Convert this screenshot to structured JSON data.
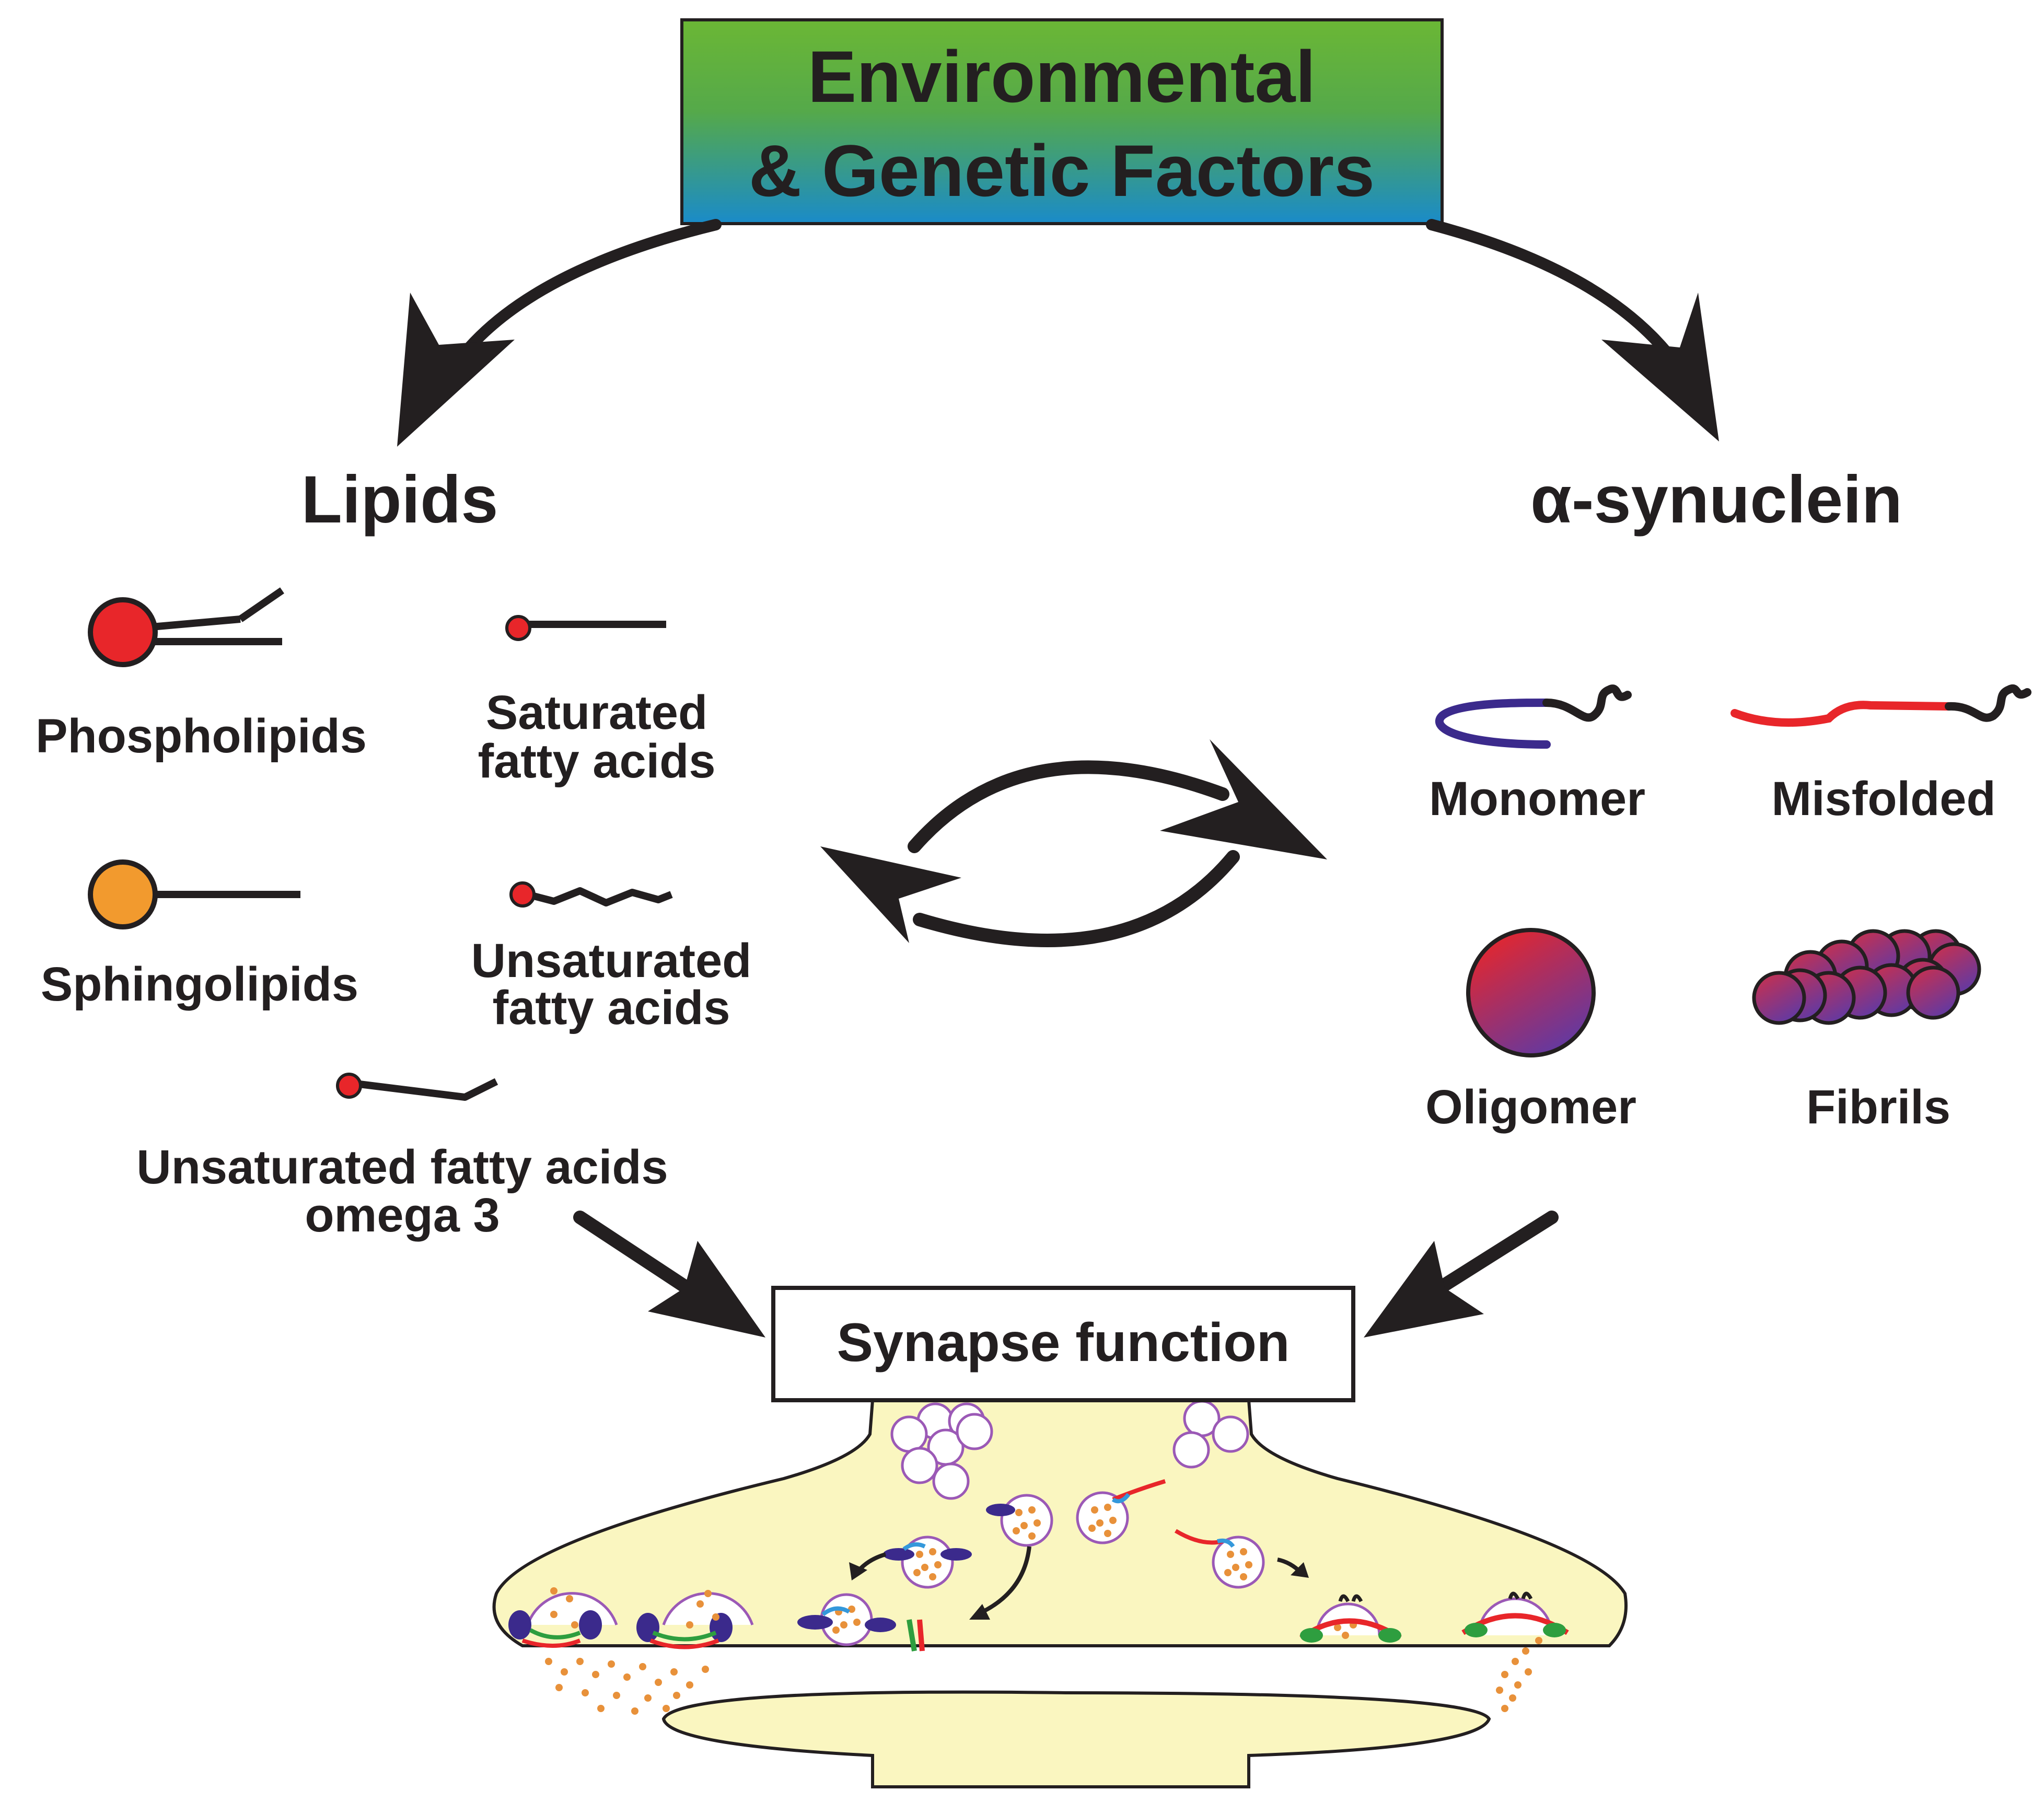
{
  "top_box": {
    "line1": "Environmental",
    "line2": "& Genetic Factors",
    "gradient_top": "#6bb735",
    "gradient_bottom": "#1a8bc9"
  },
  "lipids": {
    "heading": "Lipids",
    "phospholipids": "Phospholipids",
    "sphingolipids": "Sphingolipids",
    "saturated_line1": "Saturated",
    "saturated_line2": "fatty acids",
    "unsaturated_line1": "Unsaturated",
    "unsaturated_line2": "fatty acids",
    "omega_line1": "Unsaturated fatty acids",
    "omega_line2": "omega 3"
  },
  "synuclein": {
    "heading": "α-synuclein",
    "monomer": "Monomer",
    "misfolded": "Misfolded",
    "oligomer": "Oligomer",
    "fibrils": "Fibrils"
  },
  "synapse": {
    "label": "Synapse function",
    "fill_color": "#faf6c0"
  },
  "colors": {
    "ink": "#231f20",
    "phospholipid_head": "#e8262a",
    "sphingolipid_head": "#f29a2e",
    "monomer": "#3b2a8c",
    "misfolded": "#e8262a",
    "vesicle_dots": "#e8913a",
    "vesicle_outline": "#9b59b6",
    "oligomer_gradient_start": "#e8262a",
    "oligomer_gradient_end": "#5b3aa8"
  }
}
